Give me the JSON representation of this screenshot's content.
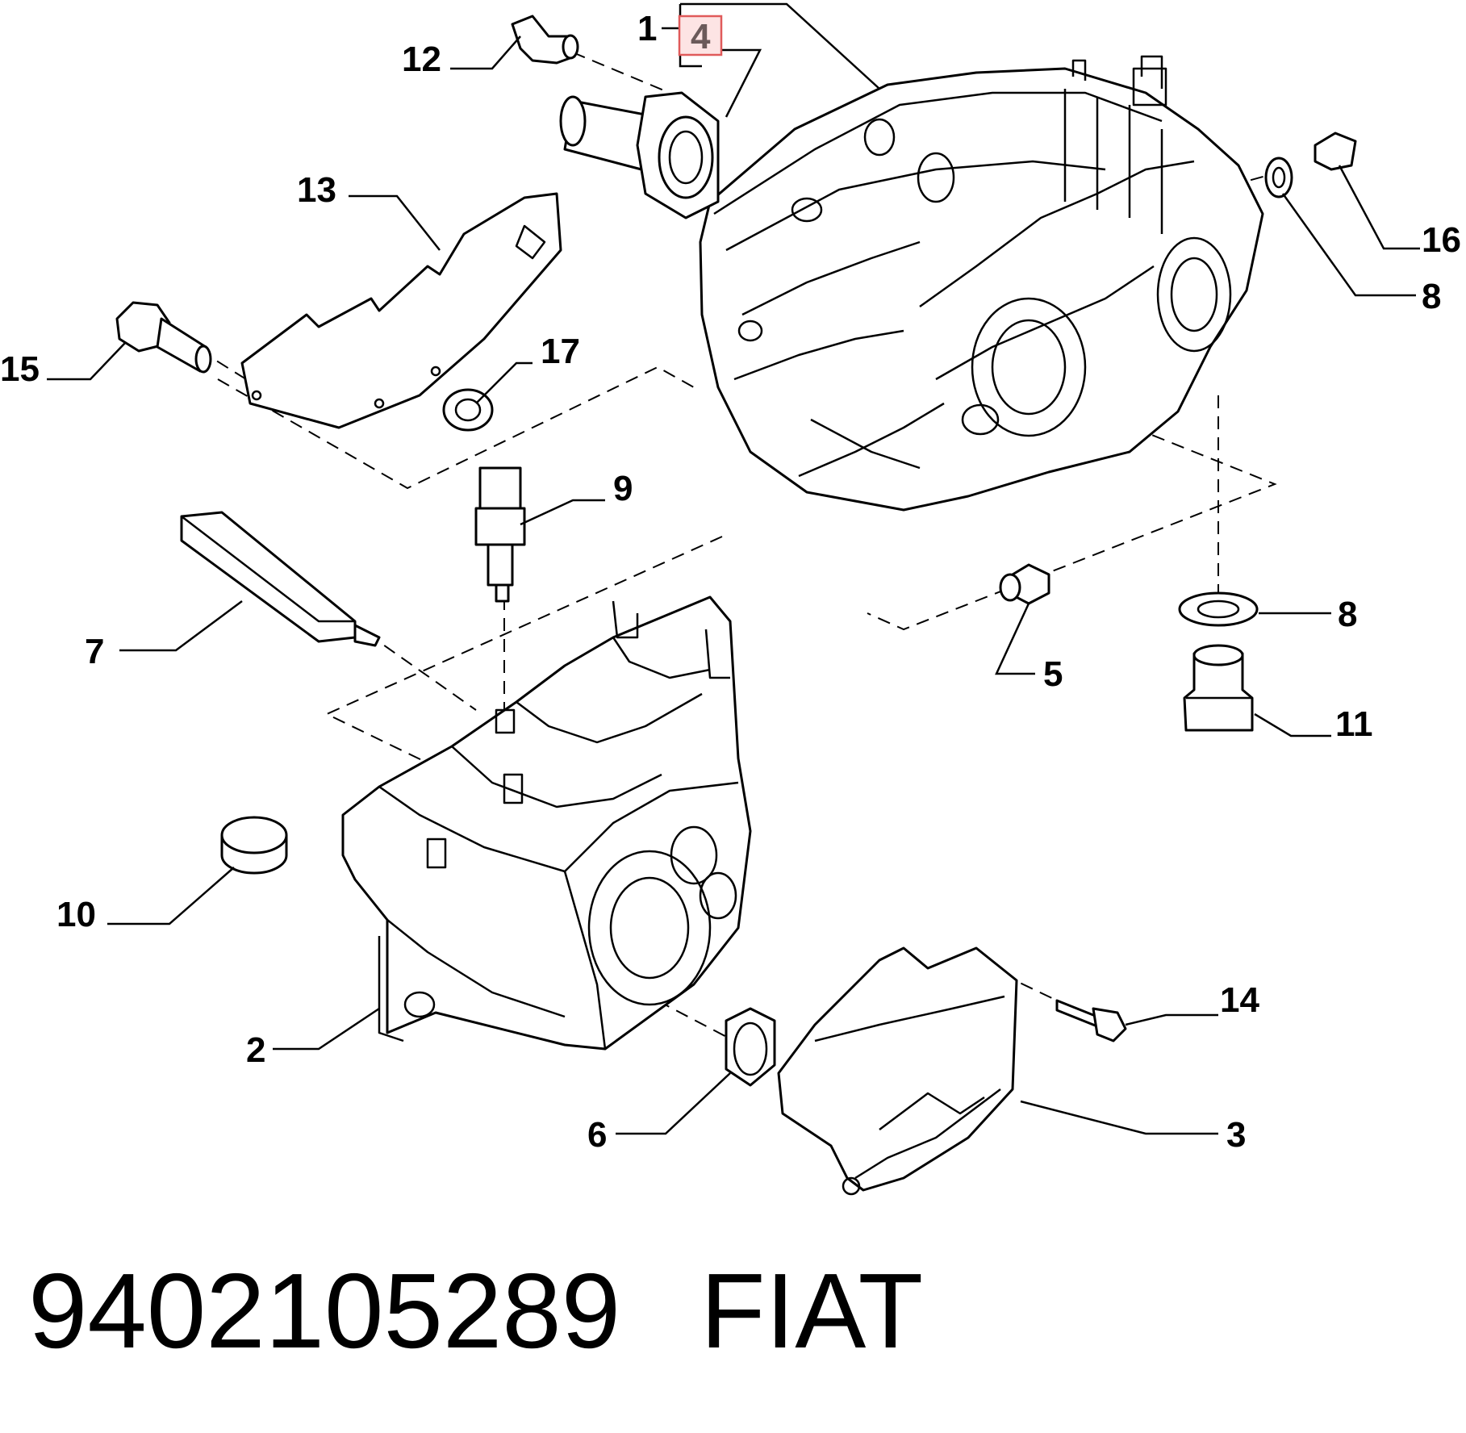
{
  "diagram": {
    "callouts": [
      {
        "id": "c1",
        "text": "1"
      },
      {
        "id": "c2",
        "text": "2"
      },
      {
        "id": "c3",
        "text": "3"
      },
      {
        "id": "c4",
        "text": "4",
        "highlighted": true
      },
      {
        "id": "c5",
        "text": "5"
      },
      {
        "id": "c6",
        "text": "6"
      },
      {
        "id": "c7",
        "text": "7"
      },
      {
        "id": "c8a",
        "text": "8"
      },
      {
        "id": "c8b",
        "text": "8"
      },
      {
        "id": "c9",
        "text": "9"
      },
      {
        "id": "c10",
        "text": "10"
      },
      {
        "id": "c11",
        "text": "11"
      },
      {
        "id": "c12",
        "text": "12"
      },
      {
        "id": "c13",
        "text": "13"
      },
      {
        "id": "c14",
        "text": "14"
      },
      {
        "id": "c15",
        "text": "15"
      },
      {
        "id": "c16",
        "text": "16"
      },
      {
        "id": "c17",
        "text": "17"
      }
    ],
    "highlight_color": "#e05a5a",
    "highlight_fill": "#fde4e4"
  },
  "caption": {
    "part_number": "9402105289",
    "brand": "FIAT"
  }
}
